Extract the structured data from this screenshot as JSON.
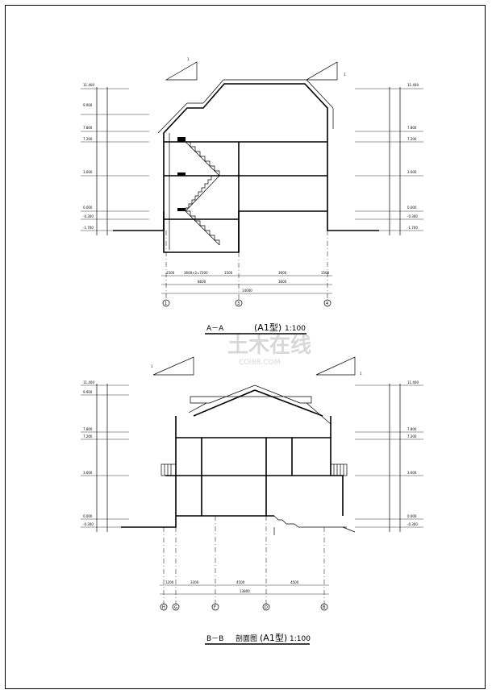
{
  "watermark": {
    "main": "土木在线",
    "sub": "COI88.COM"
  },
  "section_aa": {
    "title_prefix": "A－A",
    "title_type": "(A1型)",
    "scale": "1:100",
    "north_mark_left": "1",
    "north_mark_right": "1",
    "left_elevations": [
      "11.400",
      "9.900",
      "7.800",
      "7.200",
      "3.600",
      "0.000",
      "-0.300",
      "-1.700"
    ],
    "right_elevations": [
      "11.400",
      "7.800",
      "7.200",
      "3.600",
      "0.000",
      "-0.300",
      "-1.700"
    ],
    "dims_row1": [
      "1500",
      "3600×2=7200",
      "1500",
      "3600",
      "1500"
    ],
    "dims_row2": [
      "8600",
      "3600"
    ],
    "dims_row3": [
      "14000"
    ],
    "axes": [
      "1",
      "3",
      "4"
    ]
  },
  "section_bb": {
    "title_prefix": "B－B",
    "title_mid": "剖面图",
    "title_type": "(A1型)",
    "scale": "1:100",
    "north_mark_left": "1",
    "north_mark_right": "1",
    "left_elevations": [
      "11.400",
      "9.900",
      "7.800",
      "7.200",
      "3.600",
      "0.000",
      "-0.300"
    ],
    "right_elevations": [
      "11.400",
      "7.800",
      "7.200",
      "3.600",
      "0.000",
      "-0.300"
    ],
    "dims_row1": [
      "1200",
      "3300",
      "4500",
      "4500"
    ],
    "dims_row2": [
      "13800"
    ],
    "axes": [
      "H",
      "G",
      "F",
      "D",
      "B"
    ]
  }
}
